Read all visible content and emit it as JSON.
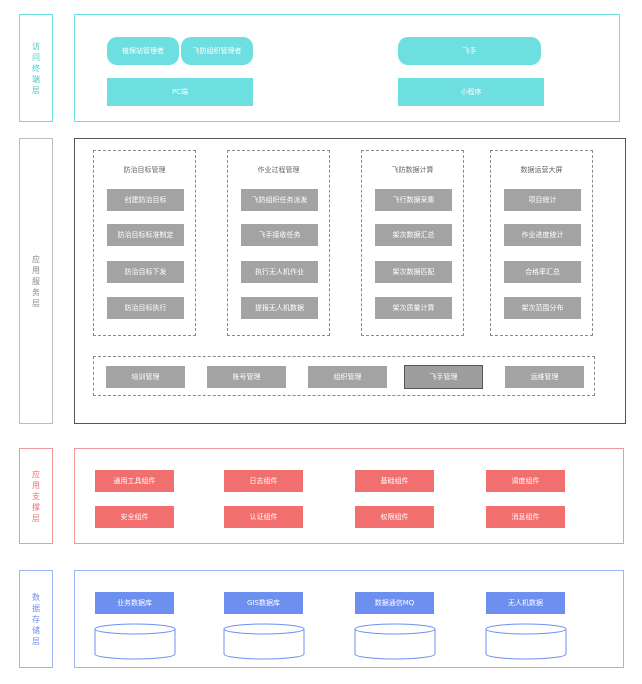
{
  "layers": {
    "access": {
      "label": "访问终端层",
      "color": "#6ddfe0",
      "items": [
        {
          "label": "植保站管理者"
        },
        {
          "label": "飞防组织管理者"
        },
        {
          "label": "PC端"
        },
        {
          "label": "飞手"
        },
        {
          "label": "小程序"
        }
      ]
    },
    "service": {
      "label": "应用服务层",
      "color": "#9a9a9a",
      "columns": [
        {
          "title": "防治目标管理",
          "items": [
            "创建防治目标",
            "防治目标标准制定",
            "防治目标下发",
            "防治目标执行"
          ]
        },
        {
          "title": "作业过程管理",
          "items": [
            "飞防组织任务派发",
            "飞手接收任务",
            "执行无人机作业",
            "提报无人机数据"
          ]
        },
        {
          "title": "飞防数据计算",
          "items": [
            "飞行数据采集",
            "架次数据汇总",
            "架次数据匹配",
            "架次质量计算"
          ]
        },
        {
          "title": "数据运营大屏",
          "items": [
            "项目统计",
            "作业进度统计",
            "合格率汇总",
            "架次范围分布"
          ]
        }
      ],
      "bottom_items": [
        "培训管理",
        "账号管理",
        "组织管理",
        "飞手管理",
        "运维管理"
      ]
    },
    "support": {
      "label": "应用支撑层",
      "color": "#f16f6f",
      "rows": [
        [
          "通用工具组件",
          "日志组件",
          "基础组件",
          "调度组件"
        ],
        [
          "安全组件",
          "认证组件",
          "权限组件",
          "消息组件"
        ]
      ]
    },
    "storage": {
      "label": "数据存储层",
      "color": "#6d8ff0",
      "items": [
        "业务数据库",
        "GIS数据库",
        "数据通信MQ",
        "无人机数据"
      ]
    }
  }
}
